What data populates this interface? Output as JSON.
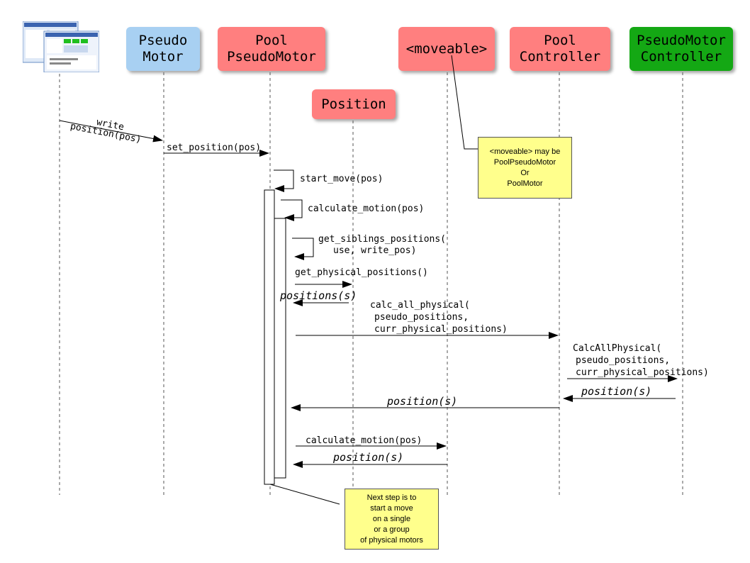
{
  "actors": [
    {
      "id": "client",
      "lines": []
    },
    {
      "id": "pseudo_motor",
      "lines": [
        "Pseudo",
        "Motor"
      ],
      "color": "#a8d0f2"
    },
    {
      "id": "pool_pseudo_motor",
      "lines": [
        "Pool",
        "PseudoMotor"
      ],
      "color": "#ff7f7f"
    },
    {
      "id": "position",
      "lines": [
        "Position"
      ],
      "color": "#ff7f7f"
    },
    {
      "id": "moveable",
      "lines": [
        "<moveable>"
      ],
      "color": "#ff7f7f"
    },
    {
      "id": "pool_controller",
      "lines": [
        "Pool",
        "Controller"
      ],
      "color": "#ff7f7f"
    },
    {
      "id": "pseudo_motor_controller",
      "lines": [
        "PseudoMotor",
        "Controller"
      ],
      "color": "#14a814"
    }
  ],
  "messages": {
    "write_position": [
      "write",
      "position(pos)"
    ],
    "set_position": "set_position(pos)",
    "start_move": "start_move(pos)",
    "calculate_motion_self": "calculate_motion(pos)",
    "get_siblings_positions": [
      "get_siblings_positions(",
      "use, write_pos)"
    ],
    "get_physical_positions": "get_physical_positions()",
    "positions_return": "positions(s)",
    "calc_all_physical": [
      "calc_all_physical(",
      "pseudo_positions,",
      "curr_physical_positions)"
    ],
    "CalcAllPhysical": [
      "CalcAllPhysical(",
      "pseudo_positions,",
      "curr_physical_positions)"
    ],
    "ctrl_return": "position(s)",
    "pool_ctrl_return": "position(s)",
    "calculate_motion_moveable": "calculate_motion(pos)",
    "moveable_return": "position(s)"
  },
  "notes": {
    "moveable_note": [
      "<moveable> may be",
      "PoolPseudoMotor",
      "Or",
      "PoolMotor"
    ],
    "next_step_note": [
      "Next step is to",
      "start a move",
      "on a single",
      "or a group",
      "of physical motors"
    ]
  },
  "colors": {
    "lifeline": "#555555",
    "arrow": "#000000",
    "note_bg": "#ffff8c"
  }
}
